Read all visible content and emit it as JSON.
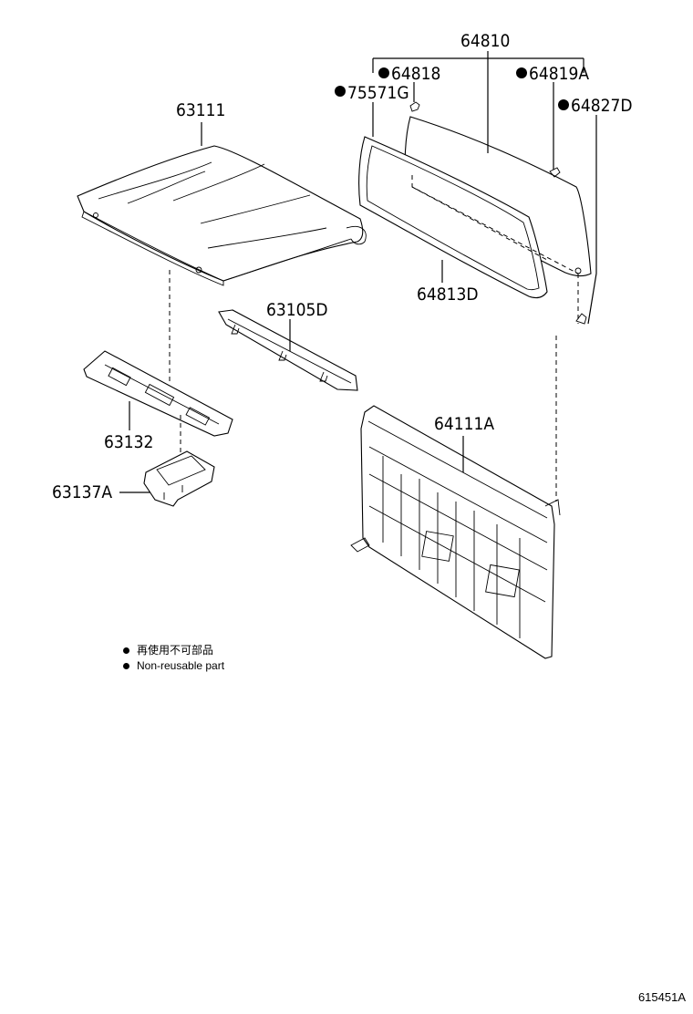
{
  "diagram": {
    "parts": [
      {
        "id": "63111",
        "label": "63111"
      },
      {
        "id": "64810",
        "label": "64810"
      },
      {
        "id": "64818",
        "label": "64818",
        "non_reusable": true
      },
      {
        "id": "64819A",
        "label": "64819A",
        "non_reusable": true
      },
      {
        "id": "75571G",
        "label": "75571G",
        "non_reusable": true
      },
      {
        "id": "64827D",
        "label": "64827D",
        "non_reusable": true
      },
      {
        "id": "64813D",
        "label": "64813D"
      },
      {
        "id": "63105D",
        "label": "63105D"
      },
      {
        "id": "64111A",
        "label": "64111A"
      },
      {
        "id": "63132",
        "label": "63132"
      },
      {
        "id": "63137A",
        "label": "63137A"
      }
    ]
  },
  "legend": {
    "items": [
      {
        "symbol": "filled-dot",
        "text": "再使用不可部品"
      },
      {
        "symbol": "filled-dot",
        "text": "Non-reusable part"
      }
    ]
  },
  "document_id": "615451A"
}
